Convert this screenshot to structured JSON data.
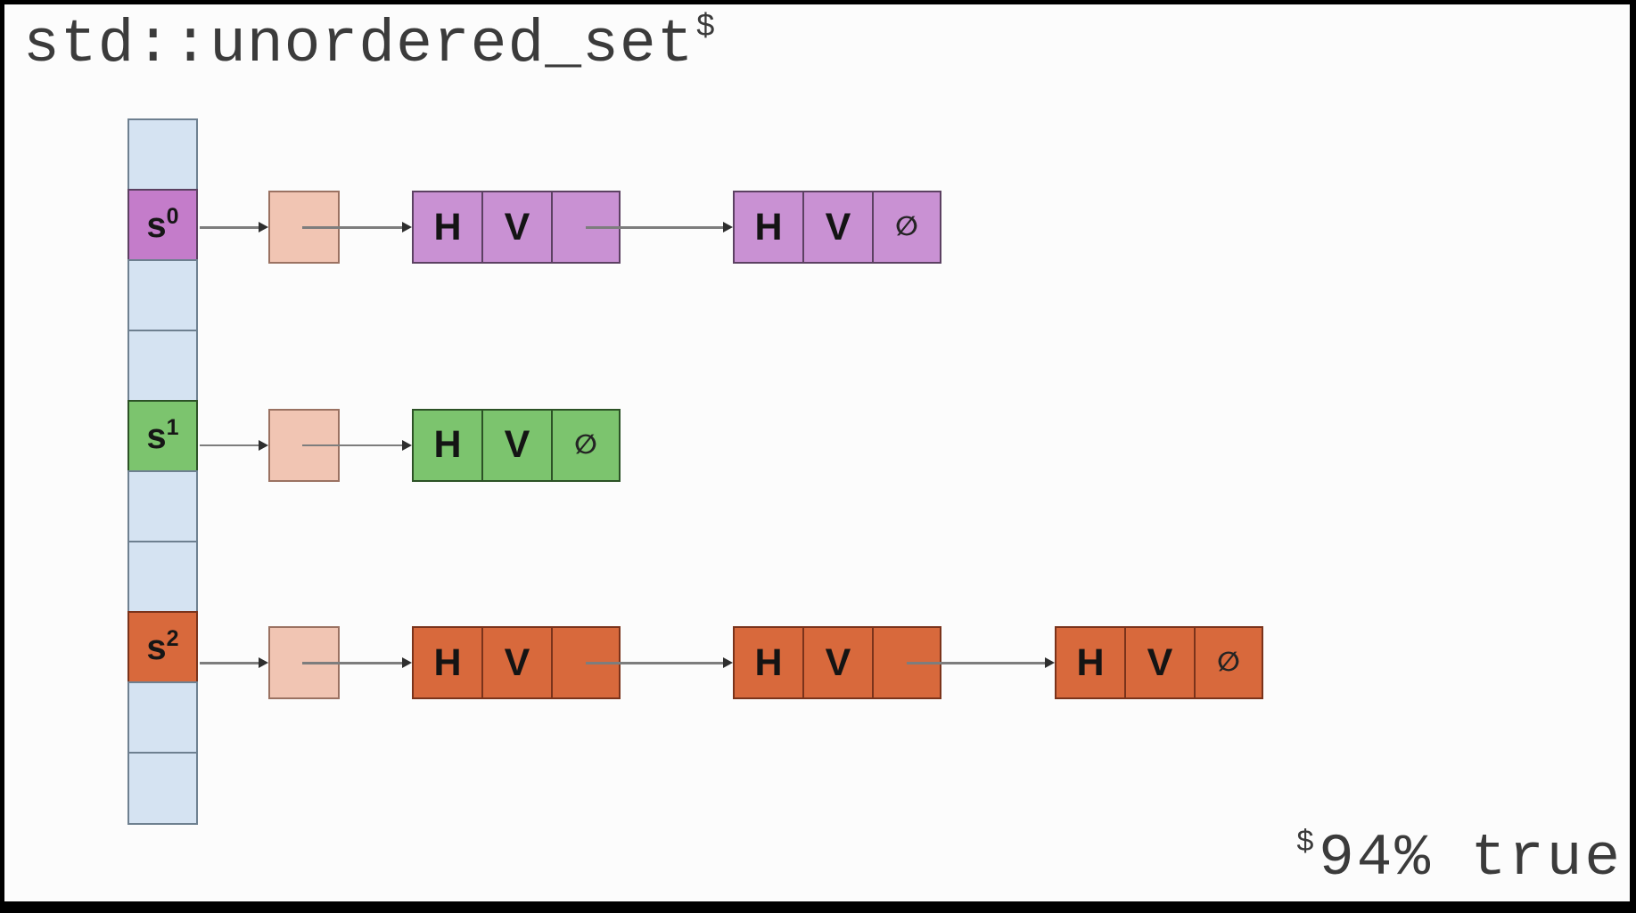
{
  "title": {
    "text": "std::unordered_set",
    "sup": "$"
  },
  "footnote": {
    "sup": "$",
    "text": "94% true"
  },
  "symbols": {
    "null_symbol": "∅"
  },
  "bucket_array": {
    "cells": [
      {
        "type": "empty"
      },
      {
        "type": "bucket",
        "label": "s",
        "sup": "0",
        "color": "purple"
      },
      {
        "type": "empty"
      },
      {
        "type": "empty"
      },
      {
        "type": "bucket",
        "label": "s",
        "sup": "1",
        "color": "green"
      },
      {
        "type": "empty"
      },
      {
        "type": "empty"
      },
      {
        "type": "bucket",
        "label": "s",
        "sup": "2",
        "color": "orange"
      },
      {
        "type": "empty"
      },
      {
        "type": "empty"
      }
    ]
  },
  "chains": [
    {
      "bucket_index": 1,
      "color": "purple",
      "nodes": [
        {
          "hash": "H",
          "value": "V",
          "next": "pointer"
        },
        {
          "hash": "H",
          "value": "V",
          "next": "null"
        }
      ]
    },
    {
      "bucket_index": 4,
      "color": "green",
      "nodes": [
        {
          "hash": "H",
          "value": "V",
          "next": "null"
        }
      ]
    },
    {
      "bucket_index": 7,
      "color": "orange",
      "nodes": [
        {
          "hash": "H",
          "value": "V",
          "next": "pointer"
        },
        {
          "hash": "H",
          "value": "V",
          "next": "pointer"
        },
        {
          "hash": "H",
          "value": "V",
          "next": "null"
        }
      ]
    }
  ],
  "colors": {
    "empty_cell_fill": "#d5e3f2",
    "empty_cell_border": "#6e8090",
    "purple_bucket_fill": "#c47cca",
    "purple_node_fill": "#c991d3",
    "purple_border": "#5c4162",
    "green_fill": "#7cc46e",
    "green_border": "#2c5226",
    "orange_fill": "#d8693c",
    "orange_border": "#7a331b",
    "pointer_box_fill": "#f1c5b3",
    "pointer_box_border": "#9b7262",
    "arrow_line": "#7d7d7d",
    "arrow_head": "#2e2e2e",
    "text": "#3b3b3b"
  }
}
